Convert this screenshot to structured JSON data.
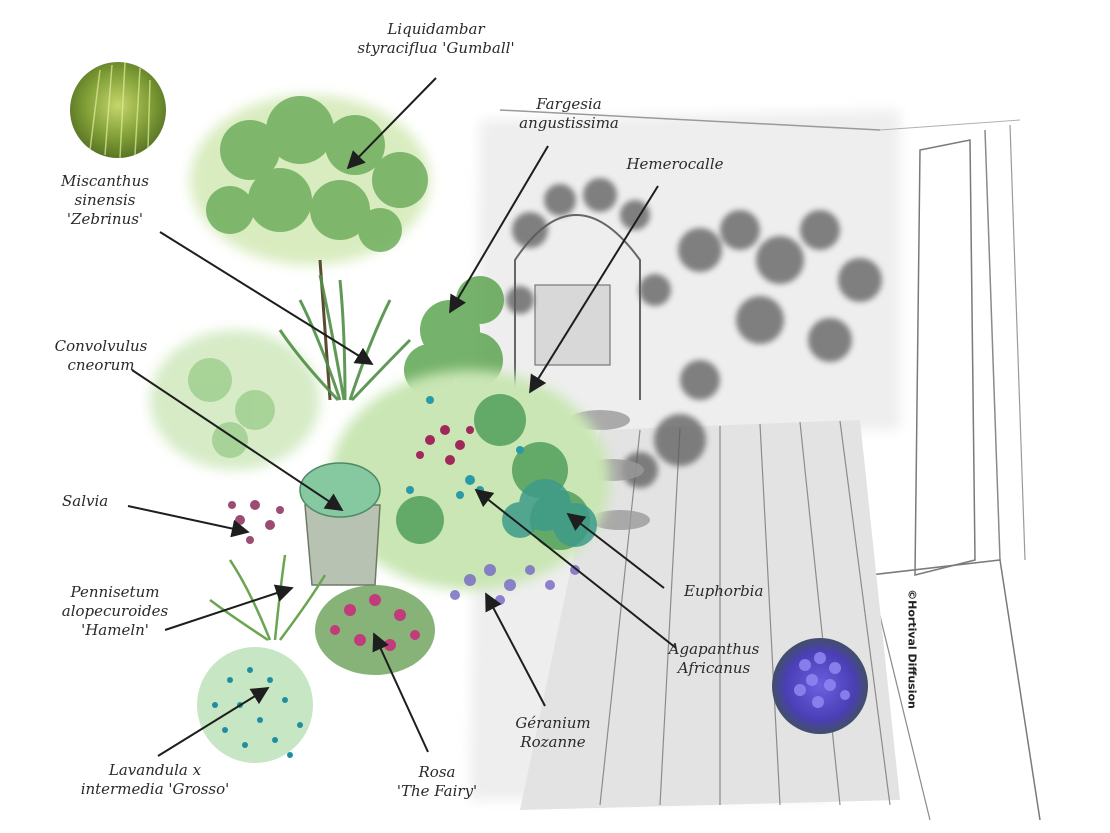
{
  "labels": {
    "liquidambar": [
      "Liquidambar",
      "styraciflua 'Gumball'"
    ],
    "fargesia": [
      "Fargesia",
      "angustissima"
    ],
    "hemerocalle": [
      "Hemerocalle"
    ],
    "miscanthus": [
      "Miscanthus",
      "sinensis",
      "'Zebrinus'"
    ],
    "convolvulus": [
      "Convolvulus",
      "cneorum"
    ],
    "salvia": [
      "Salvia"
    ],
    "pennisetum": [
      "Pennisetum",
      "alopecuroides",
      "'Hameln'"
    ],
    "lavandula": [
      "Lavandula x",
      "intermedia 'Grosso'"
    ],
    "rosa": [
      "Rosa",
      "'The Fairy'"
    ],
    "geranium": [
      "Géranium",
      "Rozanne"
    ],
    "agapanthus": [
      "Agapanthus",
      "Africanus"
    ],
    "euphorbia": [
      "Euphorbia"
    ]
  },
  "credit": "©Hortival Diffusion",
  "colors": {
    "ink": "#2a2a2a",
    "foliage_light": "#a9d38c",
    "foliage_mid": "#6fae5e",
    "foliage_dark": "#3f7d3a",
    "teal": "#2a9aa6",
    "magenta": "#a0285a",
    "lavender": "#7b6fc4",
    "grey_sketch": "#8a8a8a"
  }
}
